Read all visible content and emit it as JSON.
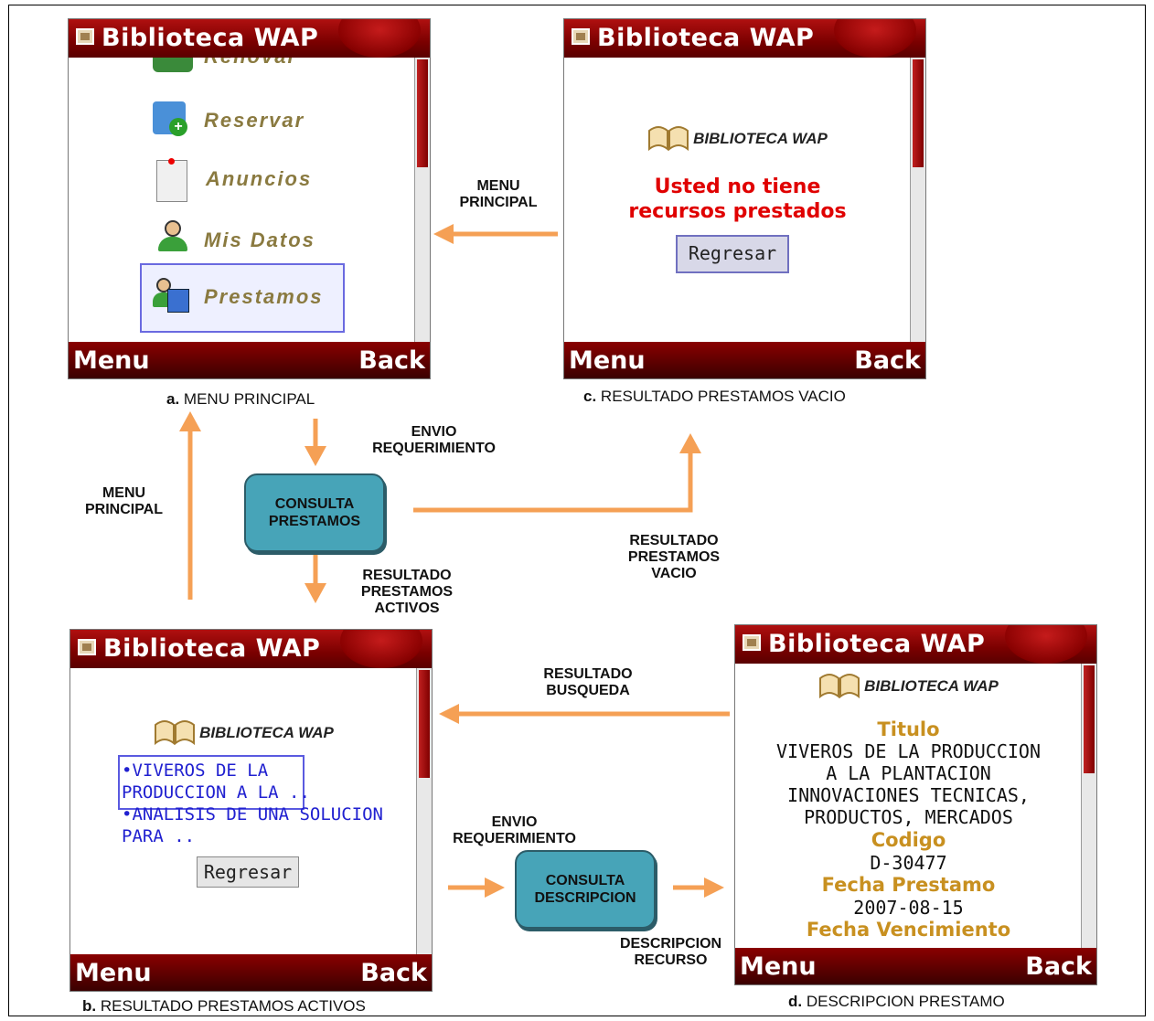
{
  "app_title": "Biblioteca WAP",
  "softkeys": {
    "menu": "Menu",
    "back": "Back"
  },
  "screen_a": {
    "items": [
      "Renovar",
      "Reservar",
      "Anuncios",
      "Mis Datos",
      "Prestamos"
    ],
    "selected": "Prestamos",
    "caption_letter": "a.",
    "caption_text": "MENU PRINCIPAL"
  },
  "screen_c": {
    "logo_text": "BIBLIOTECA WAP",
    "message_line1": "Usted no tiene",
    "message_line2": "recursos prestados",
    "button": "Regresar",
    "caption_letter": "c.",
    "caption_text": "RESULTADO PRESTAMOS VACIO"
  },
  "screen_b": {
    "logo_text": "BIBLIOTECA WAP",
    "links": [
      {
        "line1": "VIVEROS DE LA",
        "line2": "PRODUCCION A LA .."
      },
      {
        "line1": "ANALISIS DE UNA SOLUCION",
        "line2": "PARA .."
      }
    ],
    "button": "Regresar",
    "caption_letter": "b.",
    "caption_text": "RESULTADO PRESTAMOS ACTIVOS"
  },
  "screen_d": {
    "logo_text": "BIBLIOTECA WAP",
    "label_titulo": "Titulo",
    "titulo_lines": [
      "VIVEROS DE LA PRODUCCION",
      "A LA PLANTACION",
      "INNOVACIONES TECNICAS,",
      "PRODUCTOS, MERCADOS"
    ],
    "label_codigo": "Codigo",
    "codigo": "D-30477",
    "label_fecha_prestamo": "Fecha Prestamo",
    "fecha_prestamo": "2007-08-15",
    "label_fecha_vencimiento": "Fecha Vencimiento",
    "caption_letter": "d.",
    "caption_text": "DESCRIPCION PRESTAMO"
  },
  "processes": {
    "consulta_prestamos": {
      "line1": "CONSULTA",
      "line2": "PRESTAMOS"
    },
    "consulta_descripcion": {
      "line1": "CONSULTA",
      "line2": "DESCRIPCION"
    }
  },
  "edge_labels": {
    "menu_principal_top": {
      "line1": "MENU",
      "line2": "PRINCIPAL"
    },
    "menu_principal_left": {
      "line1": "MENU",
      "line2": "PRINCIPAL"
    },
    "envio_requerimiento_top": {
      "line1": "ENVIO",
      "line2": "REQUERIMIENTO"
    },
    "resultado_prestamos_activos": {
      "line1": "RESULTADO",
      "line2": "PRESTAMOS",
      "line3": "ACTIVOS"
    },
    "resultado_prestamos_vacio": {
      "line1": "RESULTADO",
      "line2": "PRESTAMOS",
      "line3": "VACIO"
    },
    "resultado_busqueda": {
      "line1": "RESULTADO",
      "line2": "BUSQUEDA"
    },
    "envio_requerimiento_bottom": {
      "line1": "ENVIO",
      "line2": "REQUERIMIENTO"
    },
    "descripcion_recurso": {
      "line1": "DESCRIPCION",
      "line2": "RECURSO"
    }
  },
  "colors": {
    "arrow": "#f5a055",
    "process_fill": "#47a4b8",
    "header_red": "#8a0000"
  }
}
